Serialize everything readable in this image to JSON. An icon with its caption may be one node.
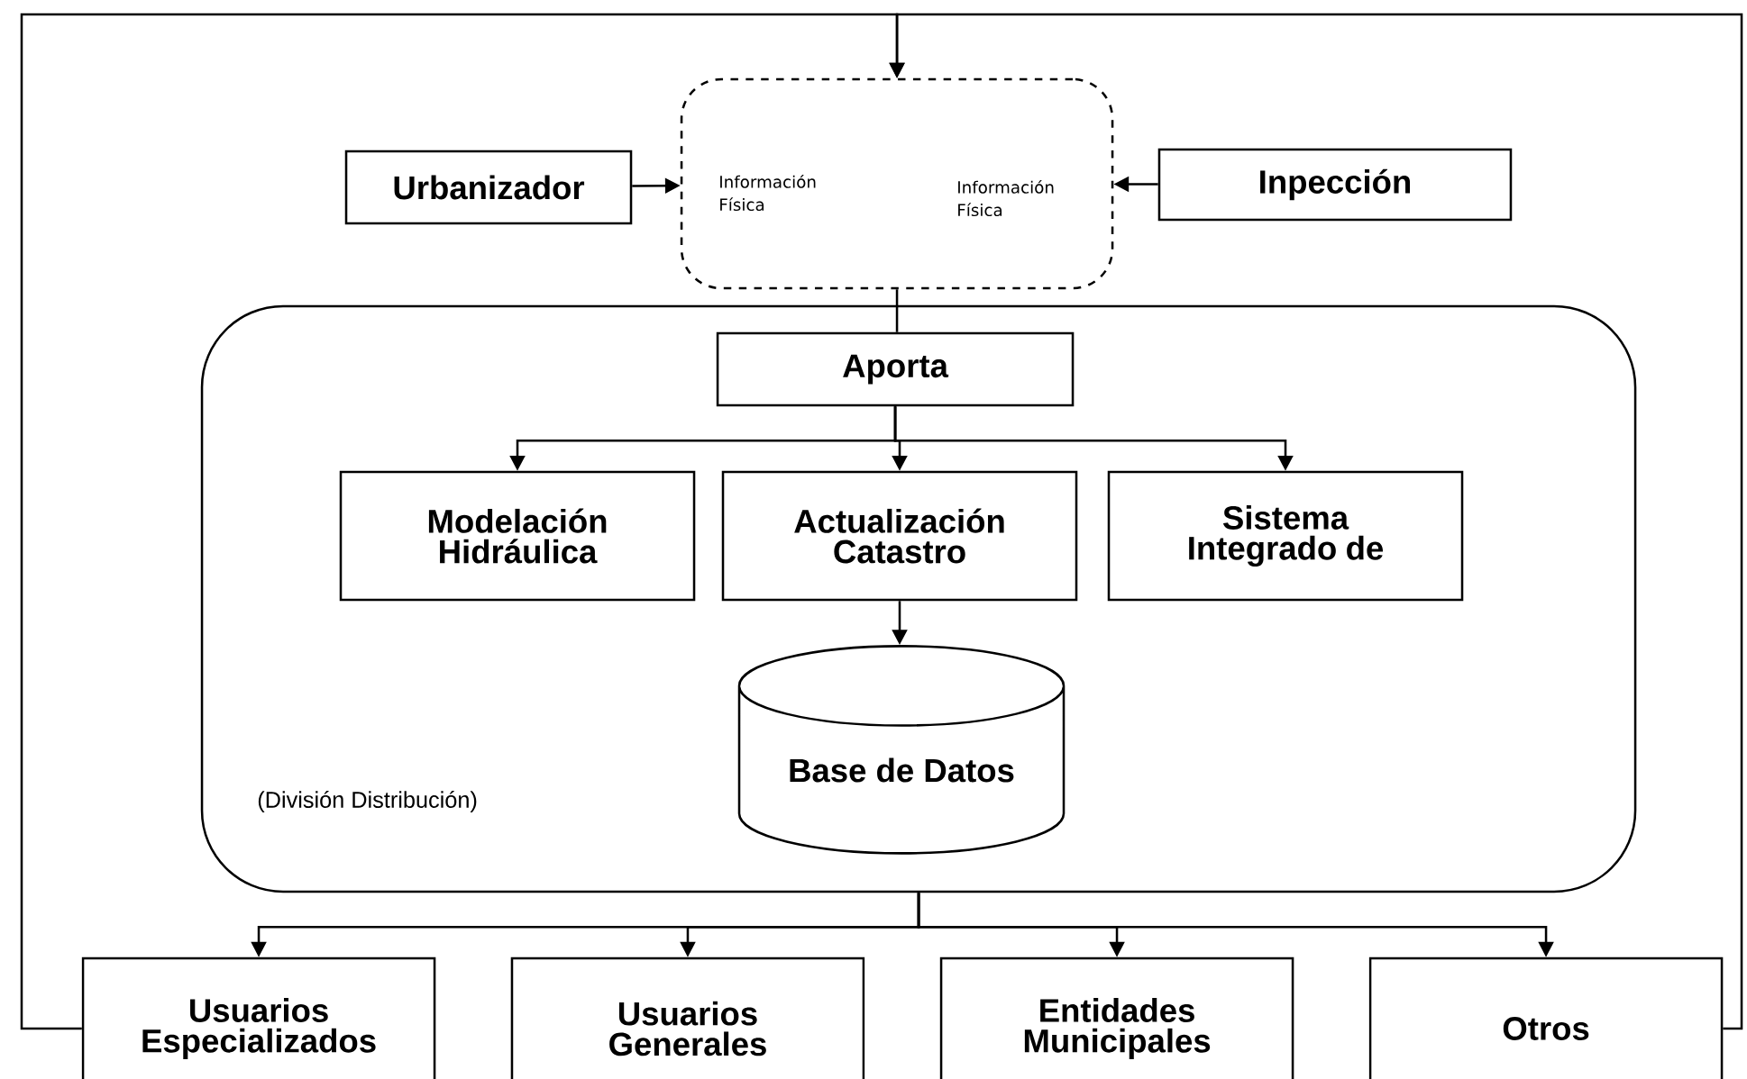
{
  "diagram": {
    "nodes": [
      {
        "text": [
          "Urbanizador"
        ]
      },
      {
        "text": [
          "Información Física",
          "Información Física"
        ]
      },
      {
        "text": [
          "Inpección"
        ]
      },
      {
        "text": [
          "(División Distribución)"
        ]
      },
      {
        "text": [
          "Aporta"
        ],
        "in": 3
      },
      {
        "text": [
          "Modelación Hidráulica"
        ],
        "in": 3
      },
      {
        "text": [
          "Actualización Catastro"
        ],
        "in": 3
      },
      {
        "text": [
          "Sistema Integrado de"
        ],
        "in": 3
      },
      {
        "text": [
          "Base de Datos"
        ],
        "in": 3
      },
      {
        "text": [
          "Usuarios Especializados"
        ]
      },
      {
        "text": [
          "Usuarios Generales"
        ]
      },
      {
        "text": [
          "Entidades Municipales"
        ]
      },
      {
        "text": [
          "Otros"
        ]
      }
    ],
    "edges": [
      {
        "from": 0,
        "to": 1,
        "arrow": "to"
      },
      {
        "from": 2,
        "to": 1,
        "arrow": "to"
      },
      {
        "from": 1,
        "to": 4,
        "arrow": "none"
      },
      {
        "from": 4,
        "to": 5,
        "arrow": "to"
      },
      {
        "from": 4,
        "to": 6,
        "arrow": "to"
      },
      {
        "from": 4,
        "to": 7,
        "arrow": "to"
      },
      {
        "from": 6,
        "to": 8,
        "arrow": "to"
      },
      {
        "from": 3,
        "to": 9,
        "arrow": "to"
      },
      {
        "from": 3,
        "to": 10,
        "arrow": "to"
      },
      {
        "from": 3,
        "to": 11,
        "arrow": "to"
      },
      {
        "from": 3,
        "to": 12,
        "arrow": "to"
      },
      {
        "from": 9,
        "to": 1,
        "arrow": "to"
      },
      {
        "from": 12,
        "to": 1,
        "arrow": "to"
      }
    ]
  }
}
